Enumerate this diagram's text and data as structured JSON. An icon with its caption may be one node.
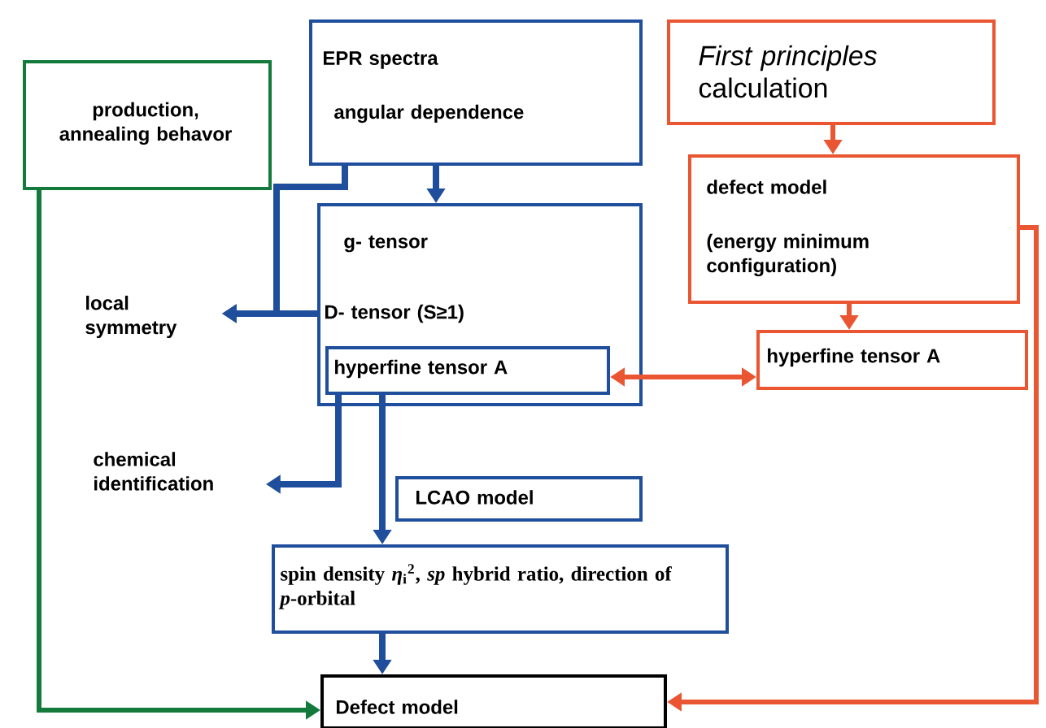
{
  "diagram": {
    "nodes": [
      {
        "text": [
          "production, annealing behavor"
        ]
      },
      {
        "text": [
          "EPR spectra",
          "angular dependence"
        ]
      },
      {
        "text": [
          "g- tensor",
          "D- tensor (S≥1)"
        ]
      },
      {
        "text": [
          "hyperfine tensor A"
        ],
        "in": 2
      },
      {
        "text": [
          "*First principles* calculation"
        ]
      },
      {
        "text": [
          "defect model",
          "(energy minimum configuration)"
        ]
      },
      {
        "text": [
          "hyperfine tensor A"
        ]
      },
      {
        "text": [
          "local symmetry"
        ]
      },
      {
        "text": [
          "chemical identification"
        ]
      },
      {
        "text": [
          "LCAO model"
        ]
      },
      {
        "text": [
          "spin density *η*$_{i}$$^{2}$, *sp* hybrid ratio, direction of *p*-orbital"
        ]
      },
      {
        "text": [
          "Defect model"
        ]
      }
    ],
    "edges": [
      {
        "from": 0,
        "to": 11,
        "arrow": "to",
        "color": "#137a3c"
      },
      {
        "from": 1,
        "to": 2,
        "arrow": "to"
      },
      {
        "from": 1,
        "to": 7,
        "arrow": "to"
      },
      {
        "from": 2,
        "to": 7,
        "arrow": "to"
      },
      {
        "from": 3,
        "to": 8,
        "arrow": "to"
      },
      {
        "from": 3,
        "to": 10,
        "arrow": "to"
      },
      {
        "from": 3,
        "to": 6,
        "arrow": "both",
        "color": "#ea5532"
      },
      {
        "from": 4,
        "to": 5,
        "arrow": "to",
        "color": "#ea5532"
      },
      {
        "from": 5,
        "to": 6,
        "arrow": "to",
        "color": "#ea5532"
      },
      {
        "from": 5,
        "to": 11,
        "arrow": "to",
        "color": "#ea5532"
      },
      {
        "from": 10,
        "to": 11,
        "arrow": "to"
      }
    ]
  }
}
